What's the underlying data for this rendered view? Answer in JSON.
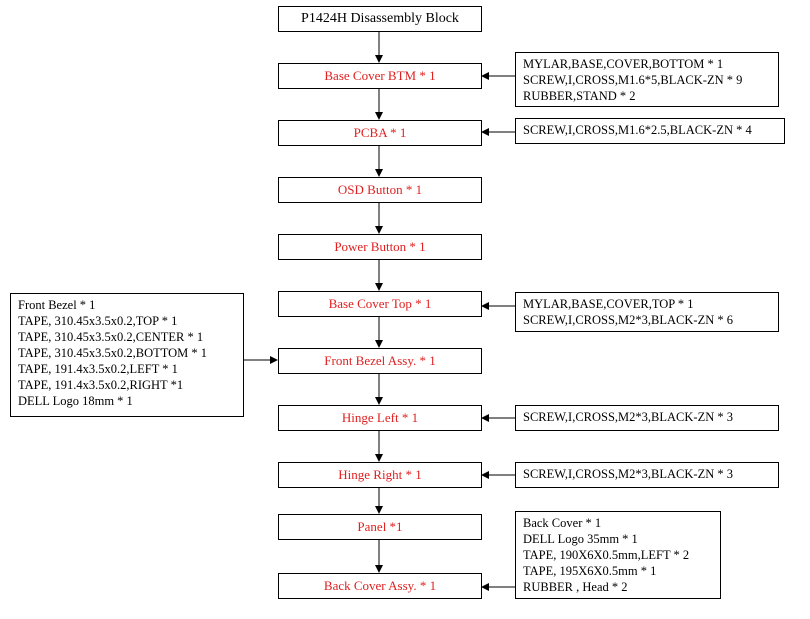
{
  "title": "P1424H   Disassembly Block",
  "steps": [
    "Base Cover BTM  * 1",
    "PCBA * 1",
    "OSD Button * 1",
    "Power Button * 1",
    "Base Cover Top  * 1",
    "Front Bezel Assy. * 1",
    "Hinge Left  * 1",
    "Hinge Right  * 1",
    "Panel *1",
    "Back Cover Assy. * 1"
  ],
  "parts": {
    "base_cover_btm": [
      "MYLAR,BASE,COVER,BOTTOM * 1",
      "SCREW,I,CROSS,M1.6*5,BLACK-ZN * 9",
      "RUBBER,STAND * 2"
    ],
    "pcba": [
      "SCREW,I,CROSS,M1.6*2.5,BLACK-ZN * 4"
    ],
    "base_cover_top": [
      "MYLAR,BASE,COVER,TOP * 1",
      "SCREW,I,CROSS,M2*3,BLACK-ZN * 6"
    ],
    "front_bezel": [
      "Front Bezel * 1",
      "TAPE, 310.45x3.5x0.2,TOP * 1",
      "TAPE, 310.45x3.5x0.2,CENTER * 1",
      "TAPE, 310.45x3.5x0.2,BOTTOM * 1",
      "TAPE, 191.4x3.5x0.2,LEFT * 1",
      "TAPE, 191.4x3.5x0.2,RIGHT *1",
      "DELL Logo 18mm * 1"
    ],
    "hinge_left": [
      "SCREW,I,CROSS,M2*3,BLACK-ZN * 3"
    ],
    "hinge_right": [
      "SCREW,I,CROSS,M2*3,BLACK-ZN * 3"
    ],
    "back_cover": [
      "Back Cover * 1",
      "DELL Logo 35mm * 1",
      "TAPE, 190X6X0.5mm,LEFT * 2",
      "TAPE, 195X6X0.5mm * 1",
      "RUBBER , Head * 2"
    ]
  },
  "colors": {
    "step_text": "#e02020",
    "line": "#000000"
  }
}
